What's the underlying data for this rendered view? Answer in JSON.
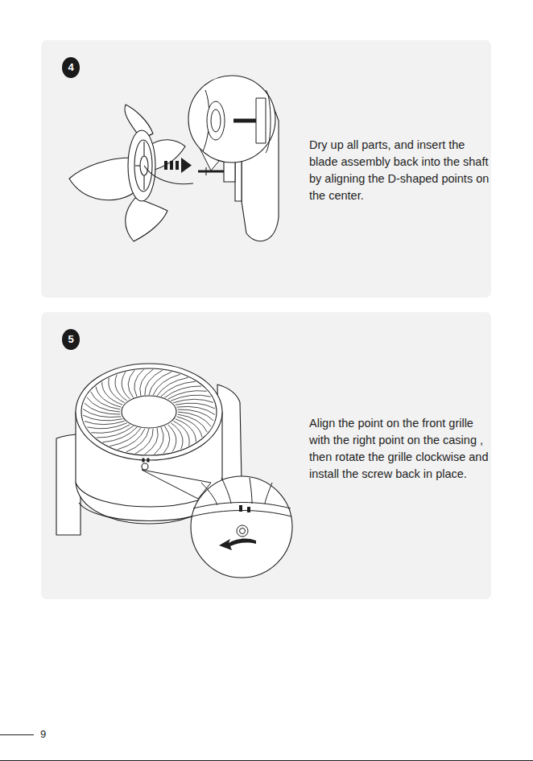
{
  "diagram": {
    "nodes": [
      {
        "text": [
          "Dry up all parts, and insert the blade assembly back into the shaft by aligning the D-shaped points on the center."
        ]
      },
      {
        "text": [
          "4"
        ],
        "in": 0
      },
      {
        "text": [
          "Align the point on the front grille with the right point on the casing , then rotate the grille clockwise and install the screw back in place."
        ]
      },
      {
        "text": [
          "5"
        ],
        "in": 2
      }
    ],
    "labels": [
      "9"
    ]
  }
}
